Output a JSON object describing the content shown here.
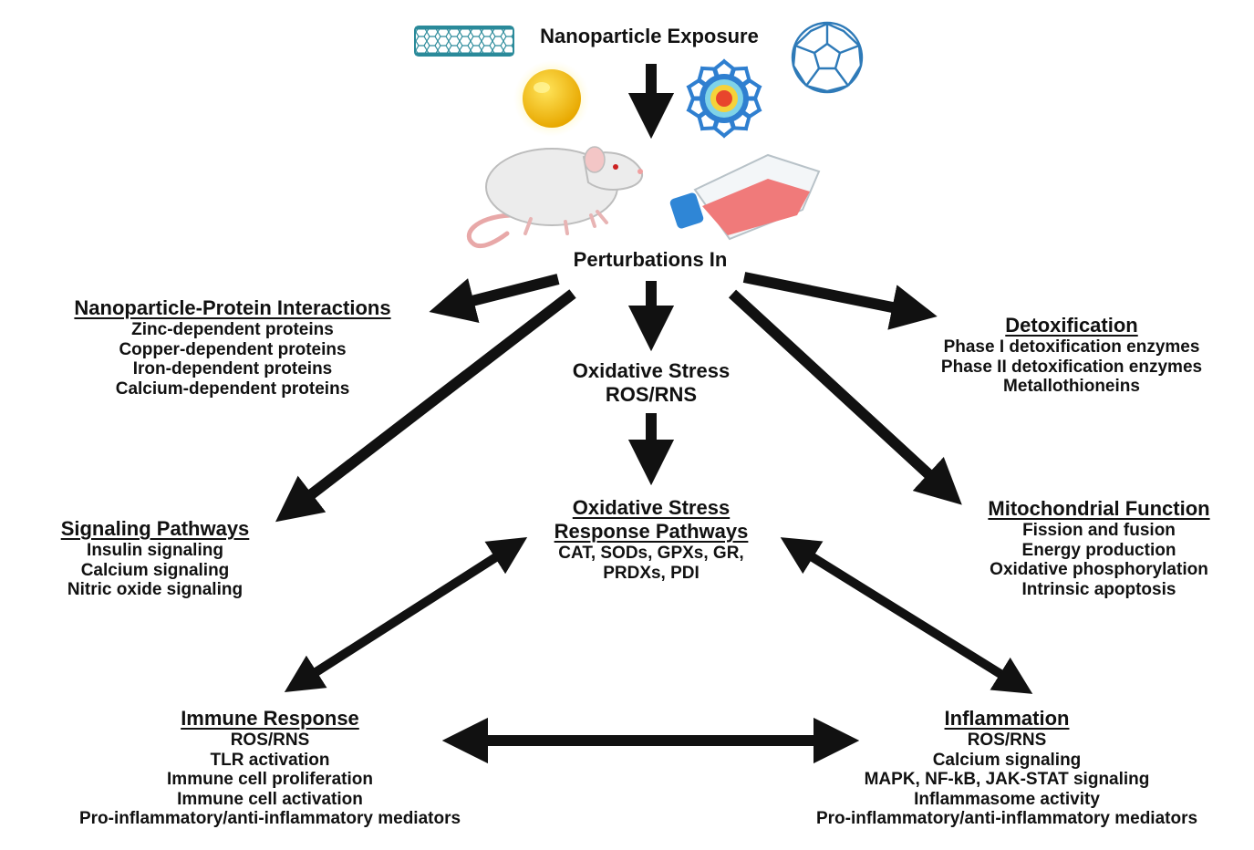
{
  "exposure": {
    "label": "Nanoparticle Exposure",
    "icons": [
      "nanotube-icon",
      "gold-nanoparticle-icon",
      "dendrimer-nanoparticle-icon",
      "fullerene-icon"
    ]
  },
  "models": {
    "icons": [
      "mouse-icon",
      "cell-culture-flask-icon"
    ]
  },
  "perturbations": {
    "label": "Perturbations In"
  },
  "oxidative_stress": {
    "title": "Oxidative Stress",
    "subtitle": "ROS/RNS"
  },
  "np_protein": {
    "title": "Nanoparticle-Protein Interactions",
    "items": [
      "Zinc-dependent proteins",
      "Copper-dependent proteins",
      "Iron-dependent proteins",
      "Calcium-dependent proteins"
    ]
  },
  "detox": {
    "title": "Detoxification",
    "items": [
      "Phase I detoxification enzymes",
      "Phase II detoxification enzymes",
      "Metallothioneins"
    ]
  },
  "signaling": {
    "title": "Signaling Pathways",
    "items": [
      "Insulin signaling",
      "Calcium signaling",
      "Nitric oxide signaling"
    ]
  },
  "osr_pathways": {
    "title_lines": [
      "Oxidative Stress",
      "Response Pathways"
    ],
    "items": [
      "CAT, SODs, GPXs, GR,",
      "PRDXs, PDI"
    ]
  },
  "mito": {
    "title": "Mitochondrial Function",
    "items": [
      "Fission and fusion",
      "Energy production",
      "Oxidative phosphorylation",
      "Intrinsic apoptosis"
    ]
  },
  "immune": {
    "title": "Immune Response",
    "items": [
      "ROS/RNS",
      "TLR activation",
      "Immune cell proliferation",
      "Immune cell activation",
      "Pro-inflammatory/anti-inflammatory mediators"
    ]
  },
  "inflammation": {
    "title": "Inflammation",
    "items": [
      "ROS/RNS",
      "Calcium signaling",
      "MAPK, NF-kB, JAK-STAT signaling",
      "Inflammasome activity",
      "Pro-inflammatory/anti-inflammatory mediators"
    ]
  },
  "colors": {
    "arrow": "#111111",
    "nanotube": "#2a8a9a",
    "fullerene": "#2e7ab8",
    "gold": "#f2c200",
    "flask_liquid": "#f07a7a",
    "flask_cap": "#2f86d6"
  }
}
